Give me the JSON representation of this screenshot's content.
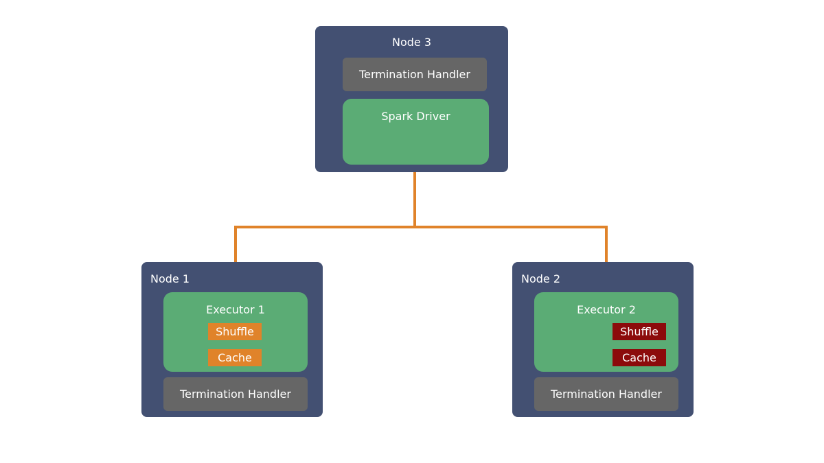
{
  "colors": {
    "node_bg": "#435072",
    "handler_bg": "#666666",
    "component_bg": "#5bac75",
    "connector": "#e0832a",
    "executor1_tag": "#e0832a",
    "executor2_tag": "#8c0b0b"
  },
  "node3": {
    "label": "Node 3",
    "termination_handler": "Termination Handler",
    "spark_driver": "Spark Driver"
  },
  "node1": {
    "label": "Node 1",
    "executor": {
      "label": "Executor 1",
      "shuffle": "Shuffle",
      "cache": "Cache"
    },
    "termination_handler": "Termination Handler"
  },
  "node2": {
    "label": "Node 2",
    "executor": {
      "label": "Executor 2",
      "shuffle": "Shuffle",
      "cache": "Cache"
    },
    "termination_handler": "Termination Handler"
  }
}
